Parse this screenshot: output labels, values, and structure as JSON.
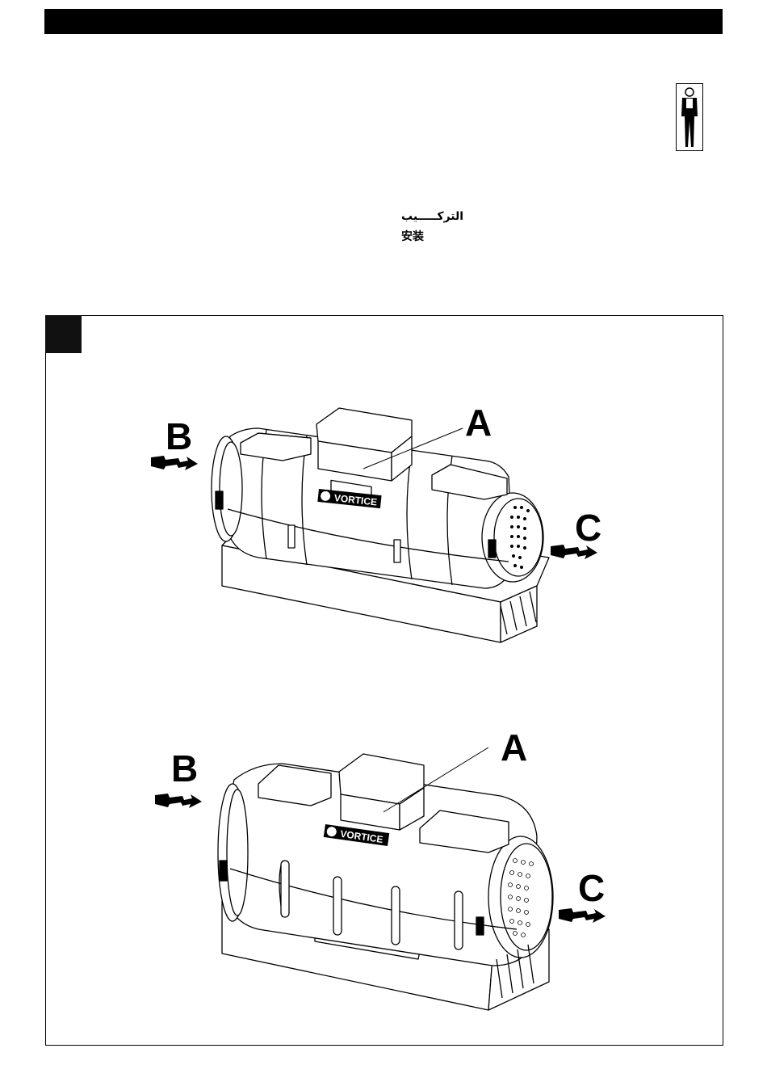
{
  "header": {
    "install_label_arabic": "التركـــــيب",
    "install_label_chinese": "安装"
  },
  "figure": {
    "number_box_text": "",
    "fan_top": {
      "brand": "VORTICE",
      "callout_a": "A",
      "callout_b": "B",
      "callout_c": "C"
    },
    "fan_bottom": {
      "brand": "VORTICE",
      "callout_a": "A",
      "callout_b": "B",
      "callout_c": "C"
    }
  },
  "icons": {
    "installer": "installer-person-icon",
    "airflow_in": "airflow-in-arrow-icon",
    "airflow_out": "airflow-out-arrow-icon"
  }
}
